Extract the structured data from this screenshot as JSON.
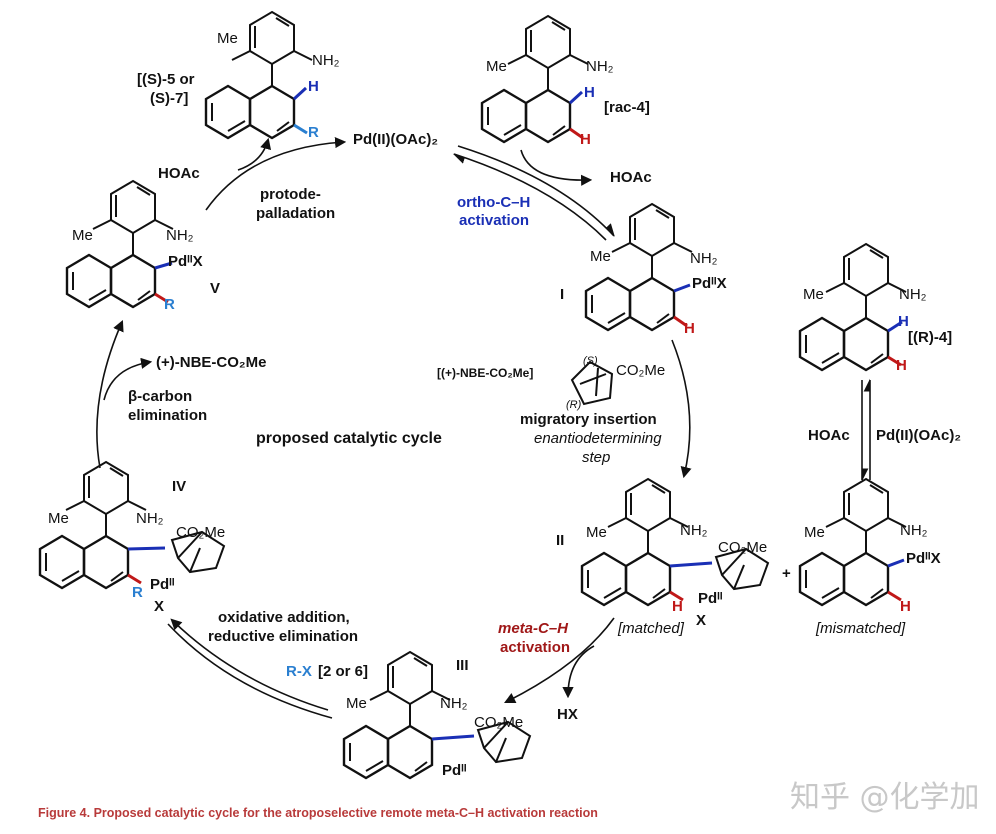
{
  "diagram": {
    "catalyst_label": "Pd(II)(OAc)₂",
    "cycle_label": "proposed catalytic cycle",
    "stages": {
      "product": {
        "label_line1": "[(S)-5 or",
        "label_line2": "(S)-7]",
        "me": "Me",
        "amine": "NH₂",
        "h": "H",
        "r": "R"
      },
      "rac4": {
        "label": "[rac-4]",
        "me": "Me",
        "amine": "NH₂",
        "h1": "H",
        "h2": "H"
      },
      "I": {
        "roman": "I",
        "me": "Me",
        "amine": "NH₂",
        "pd": "PdᴵᴵX",
        "h": "H"
      },
      "II": {
        "roman": "II",
        "me": "Me",
        "amine": "NH₂",
        "ester": "CO₂Me",
        "pd": "Pdᴵᴵ",
        "x": "X",
        "h": "H",
        "note": "[matched]"
      },
      "III": {
        "roman": "III",
        "me": "Me",
        "amine": "NH₂",
        "ester": "CO₂Me",
        "pd": "Pdᴵᴵ"
      },
      "IV": {
        "roman": "IV",
        "me": "Me",
        "amine": "NH₂",
        "ester": "CO₂Me",
        "pd": "Pdᴵᴵ",
        "x": "X",
        "r": "R"
      },
      "V": {
        "roman": "V",
        "me": "Me",
        "amine": "NH₂",
        "pd": "PdᴵᴵX",
        "r": "R"
      },
      "R4": {
        "label": "[(R)-4]",
        "me": "Me",
        "amine": "NH₂",
        "h1": "H",
        "h2": "H"
      },
      "mismatched": {
        "me": "Me",
        "amine": "NH₂",
        "pd": "PdᴵᴵX",
        "h": "H",
        "note": "[mismatched]"
      }
    },
    "steps": {
      "ortho_line1": "ortho-C–H",
      "ortho_line2": "activation",
      "hoac_top": "HOAc",
      "hoac_left": "HOAc",
      "protode_line1": "protode-",
      "protode_line2": "palladation",
      "nbe_release": "(+)-NBE-CO₂Me",
      "beta_line1": "β-carbon",
      "beta_line2": "elimination",
      "nbe_reagent": "[(+)-NBE-CO₂Me]",
      "nbe_s": "(S)",
      "nbe_r": "(R)",
      "nbe_ester": "CO₂Me",
      "mi_line1": "migratory insertion",
      "mi_line2": "enantiodetermining",
      "mi_line3": "step",
      "meta_line1": "meta-C–H",
      "meta_line2": "activation",
      "hx": "HX",
      "oa_line1": "oxidative addition,",
      "oa_line2": "reductive elimination",
      "rx": "R-X",
      "rx_num": "[2 or 6]",
      "equil_left": "HOAc",
      "equil_right": "Pd(II)(OAc)₂",
      "plus": "+"
    }
  },
  "caption": "Figure 4. Proposed catalytic cycle for the atroposelective remote meta-C–H activation reaction",
  "watermark": "知乎 @化学加"
}
